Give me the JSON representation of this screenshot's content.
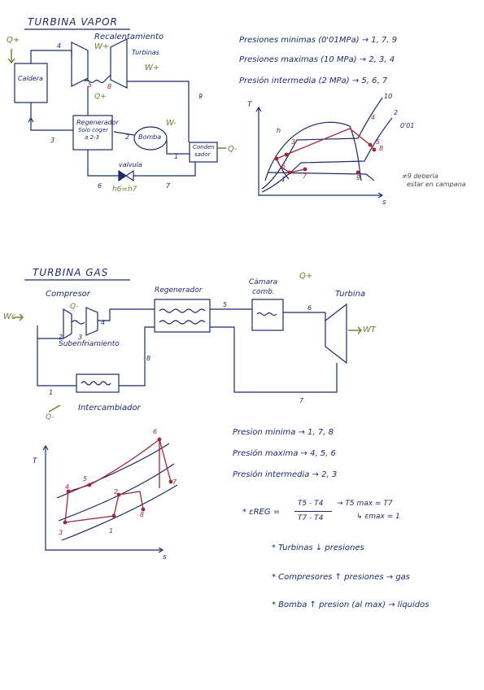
{
  "vapor": {
    "title": "TURBINA VAPOR",
    "caldera": "Caldera",
    "recalentamiento": "Recalentamiento",
    "turbinas": "Turbinas",
    "regenerador": "Regenerador",
    "regen_sub1": "Solo coger",
    "regen_sub2": "a 2-3",
    "bomba": "Bomba",
    "condensador_1": "Conden",
    "condensador_2": "sador",
    "valvula": "valvula",
    "h_eq": "h6=h7",
    "q_plus_1": "Q+",
    "q_plus_2": "Q+",
    "w_plus_1": "W+",
    "w_plus_2": "W+",
    "w_minus": "W-",
    "q_minus": "Q-",
    "node_labels": [
      "4",
      "5",
      "8",
      "9",
      "3",
      "2",
      "1",
      "6",
      "7"
    ],
    "pres_min": "Presiones minimas (0'01MPa) → 1, 7, 9",
    "pres_max": "Presiones maximas (10 MPa) → 2, 3, 4",
    "pres_int": "Presión intermedia (2 MPa) → 5, 6, 7",
    "ts_axis_t": "T",
    "ts_axis_s": "s",
    "ts_labels": [
      "10",
      "2",
      "0'01",
      "h",
      "3",
      "4",
      "5",
      "6",
      "7",
      "8",
      "9",
      "1"
    ],
    "ts_note_1": "≠9 deberia",
    "ts_note_2": "estar en campana"
  },
  "gas": {
    "title": "TURBINA GAS",
    "compresor": "Compresor",
    "subenfriamiento": "Subenfriamiento",
    "regenerador": "Regenerador",
    "camara_1": "Cámara",
    "camara_2": "comb.",
    "turbina": "Turbina",
    "intercambiador": "Intercambiador",
    "wc": "Wc",
    "wt": "WT",
    "q_minus_1": "Q-",
    "q_minus_2": "Q-",
    "q_plus": "Q+",
    "node_labels": [
      "2",
      "3",
      "4",
      "5",
      "6",
      "7",
      "8",
      "1"
    ],
    "pres_min": "Presion minima → 1, 7, 8",
    "pres_max": "Presión maxima → 4, 5, 6",
    "pres_int": "Presión intermedia → 2, 3",
    "ts_axis_t": "T",
    "ts_axis_s": "s",
    "ts_labels": [
      "6",
      "5",
      "4",
      "2",
      "7",
      "8",
      "3",
      "1"
    ],
    "eff_left": "* εREG =",
    "eff_num": "T5 - T4",
    "eff_den": "T7 - T4",
    "eff_right1": "→ T5 max = T7",
    "eff_right2": "↳ εmax = 1",
    "note1": "* Turbinas ↓ presiones",
    "note2": "* Compresores ↑ presiones → gas",
    "note3": "* Bomba ↑ presion (al max) → líquidos"
  }
}
